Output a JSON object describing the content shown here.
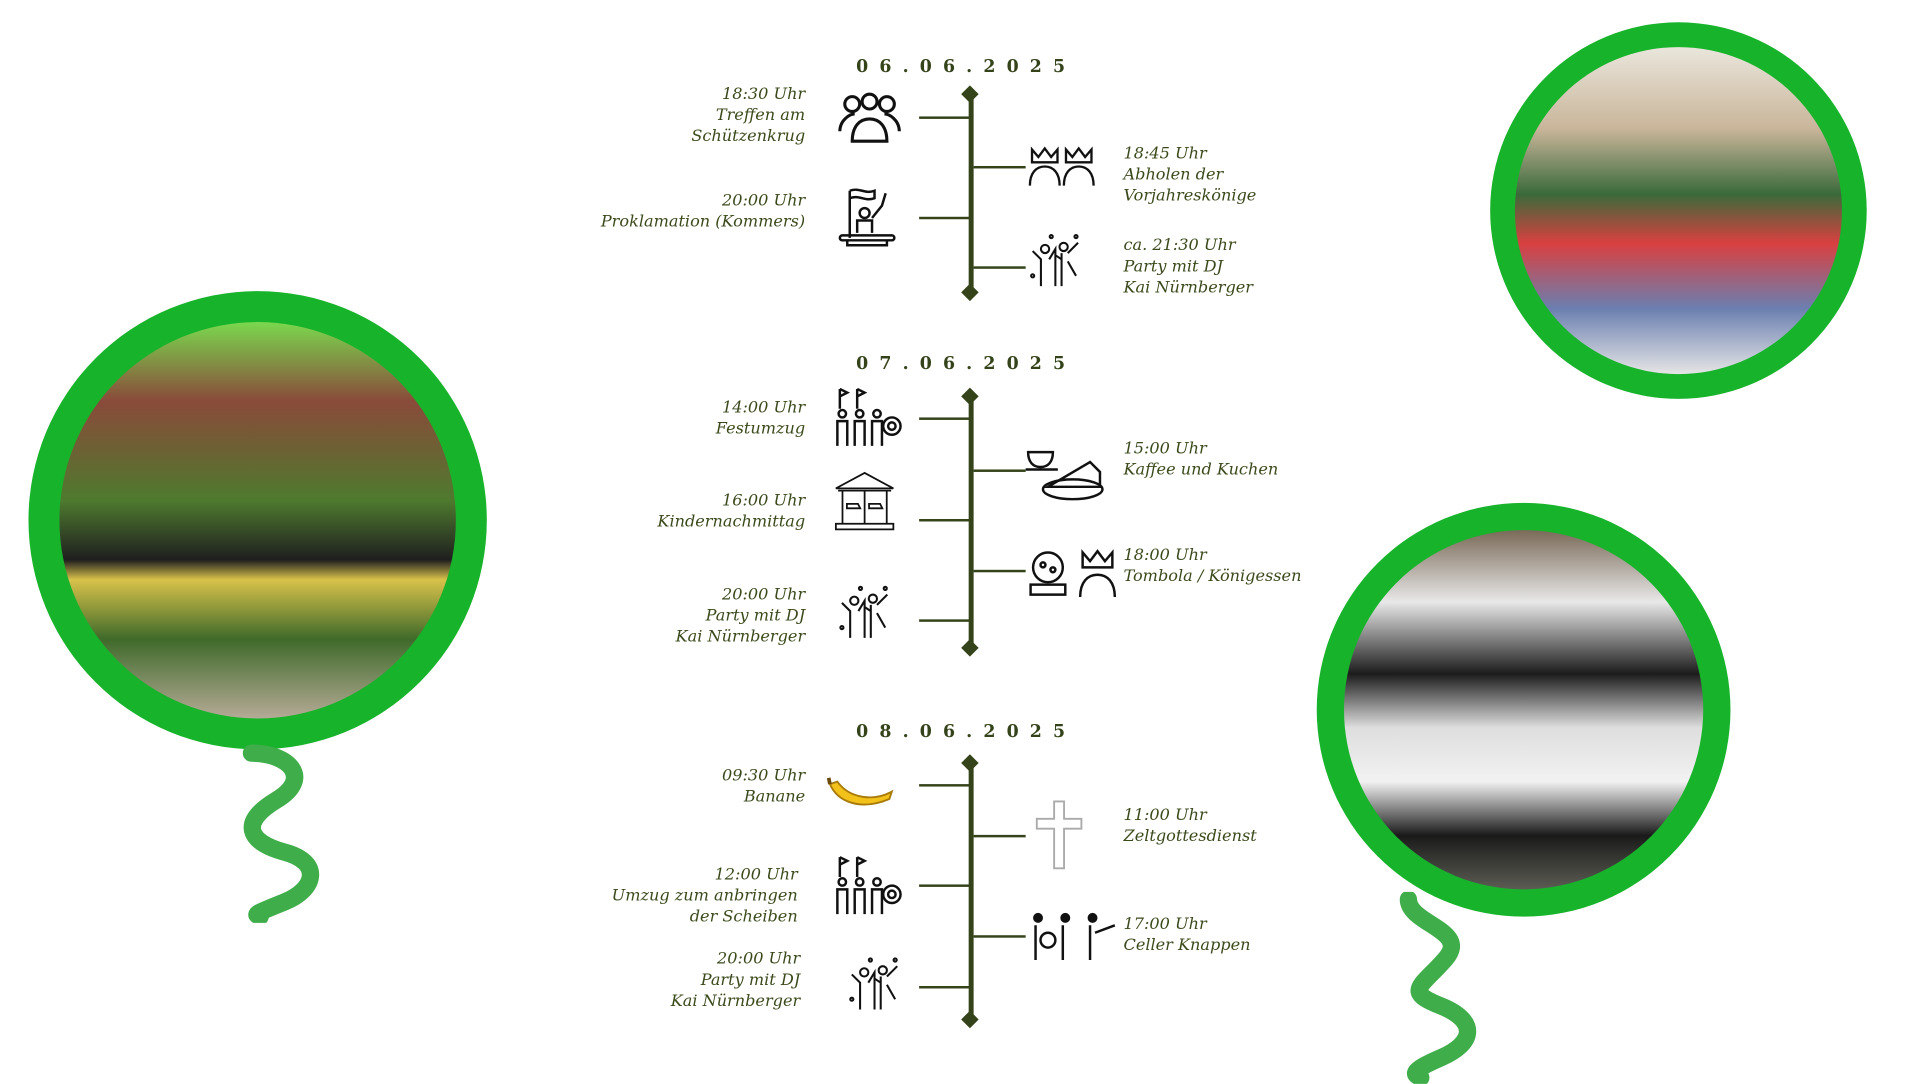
{
  "days": [
    {
      "date": "06.06.2025",
      "left": [
        {
          "lines": [
            "18:30 Uhr",
            "Treffen am",
            "Schützenkrug"
          ],
          "icon": "group-people-icon"
        },
        {
          "lines": [
            "20:00 Uhr",
            "Proklamation (Kommers)"
          ],
          "icon": "speaker-podium-icon"
        }
      ],
      "right": [
        {
          "lines": [
            "18:45 Uhr",
            "Abholen der",
            "Vorjahreskönige"
          ],
          "icon": "kings-crown-icon"
        },
        {
          "lines": [
            "ca. 21:30 Uhr",
            "Party mit DJ",
            "Kai Nürnberger"
          ],
          "icon": "dancing-people-icon"
        }
      ]
    },
    {
      "date": "07.06.2025",
      "left": [
        {
          "lines": [
            "14:00 Uhr",
            "Festumzug"
          ],
          "icon": "parade-icon"
        },
        {
          "lines": [
            "16:00 Uhr",
            "Kindernachmittag"
          ],
          "icon": "carousel-icon"
        },
        {
          "lines": [
            "20:00 Uhr",
            "Party mit DJ",
            "Kai Nürnberger"
          ],
          "icon": "dancing-people-icon"
        }
      ],
      "right": [
        {
          "lines": [
            "15:00 Uhr",
            "Kaffee und Kuchen"
          ],
          "icon": "coffee-cake-icon"
        },
        {
          "lines": [
            "18:00 Uhr",
            "Tombola / Königessen"
          ],
          "icon": "lottery-crown-icon"
        }
      ]
    },
    {
      "date": "08.06.2025",
      "left": [
        {
          "lines": [
            "09:30 Uhr",
            "Banane"
          ],
          "icon": "banana-icon"
        },
        {
          "lines": [
            "12:00 Uhr",
            "Umzug zum anbringen",
            "der Scheiben"
          ],
          "icon": "parade-icon"
        },
        {
          "lines": [
            "20:00 Uhr",
            "Party mit DJ",
            "Kai Nürnberger"
          ],
          "icon": "dancing-people-icon"
        }
      ],
      "right": [
        {
          "lines": [
            "11:00 Uhr",
            "Zeltgottesdienst"
          ],
          "icon": "cross-icon"
        },
        {
          "lines": [
            "17:00 Uhr",
            "Celler Knappen"
          ],
          "icon": "marching-band-icon"
        }
      ]
    }
  ],
  "colors": {
    "accent": "#17b32b",
    "text": "#3b4a1c",
    "line": "#34431a"
  }
}
